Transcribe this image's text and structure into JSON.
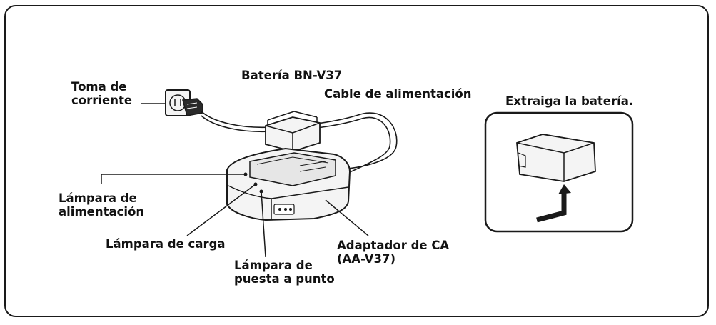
{
  "labels": {
    "toma": [
      "Toma de",
      "corriente"
    ],
    "bateria": "Batería BN-V37",
    "cable": "Cable de alimentación",
    "extraiga": "Extraiga la batería.",
    "lampara_alimentacion": [
      "Lámpara de",
      "alimentación"
    ],
    "lampara_carga": "Lámpara de carga",
    "lampara_punto": [
      "Lámpara de",
      "puesta a punto"
    ],
    "adaptador": [
      "Adaptador de CA",
      "(AA-V37)"
    ]
  },
  "colors": {
    "line": "#1a1a1a",
    "fill_light": "#f4f4f4",
    "shade": "#c8c8c8",
    "dark": "#2a2a2a"
  },
  "icons": [
    "wall-outlet-icon",
    "plug-icon",
    "battery-icon",
    "charger-icon",
    "arrow-icon"
  ]
}
